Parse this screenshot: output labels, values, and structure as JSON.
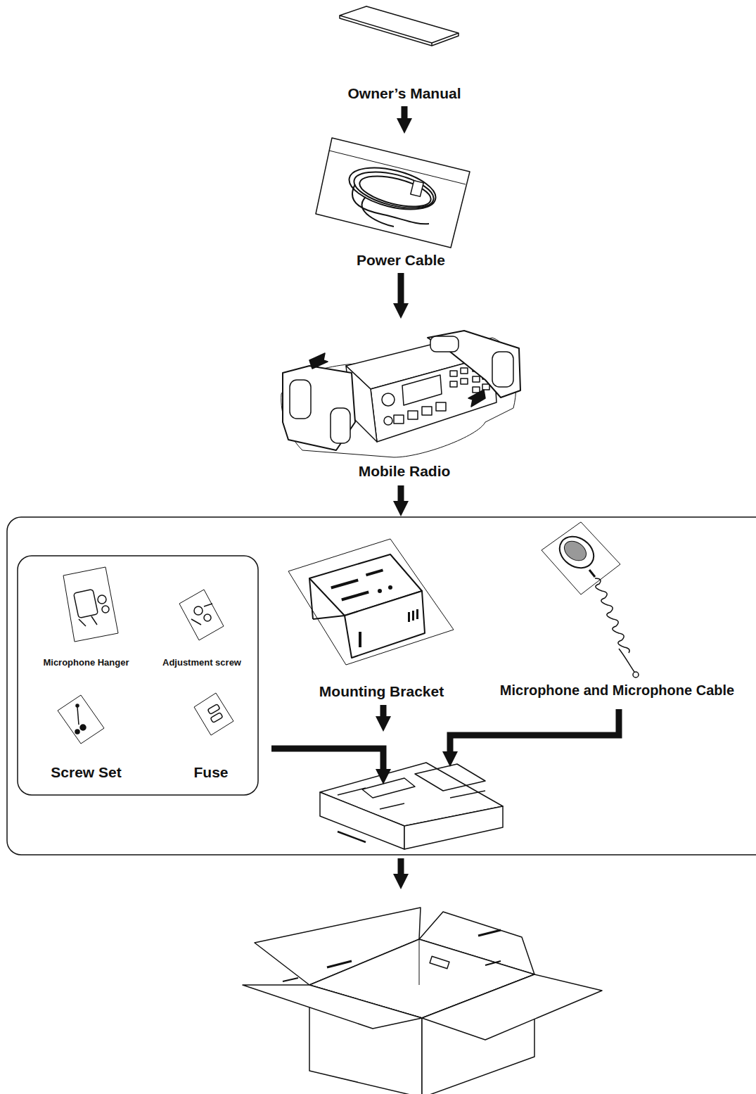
{
  "diagram": {
    "nodes": [
      {
        "text": [
          "Owner’s Manual"
        ]
      },
      {
        "text": [
          "Power Cable"
        ]
      },
      {
        "text": [
          "Mobile Radio"
        ]
      },
      {
        "text": [
          "Microphone Hanger"
        ]
      },
      {
        "text": [
          "Adjustment screw"
        ]
      },
      {
        "text": [
          "Screw Set"
        ]
      },
      {
        "text": [
          "Fuse"
        ]
      },
      {
        "text": [
          "Mounting Bracket"
        ]
      },
      {
        "text": [
          "Microphone and Microphone Cable"
        ]
      }
    ],
    "edges": [
      {
        "from": 0,
        "to": 1,
        "arrow": "to"
      },
      {
        "from": 1,
        "to": 2,
        "arrow": "to"
      }
    ]
  }
}
